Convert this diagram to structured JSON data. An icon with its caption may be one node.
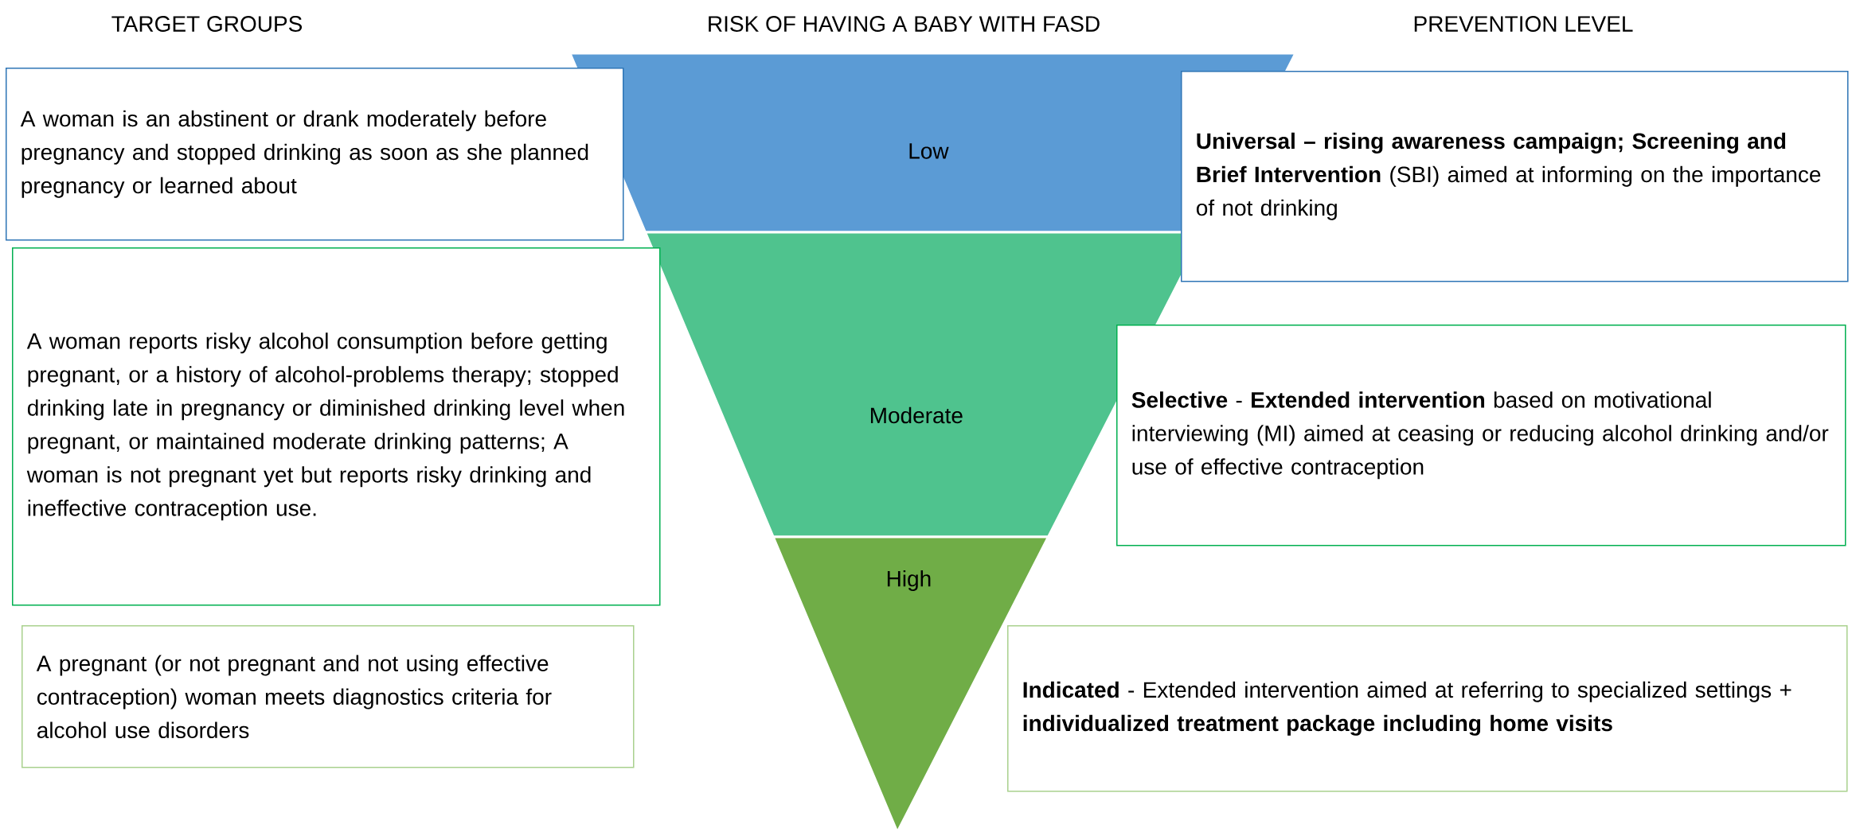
{
  "diagram": {
    "nodes": [
      {
        "text": [
          "A woman is an abstinent or drank moderately before pregnancy and stopped drinking as soon as she planned pregnancy or learned about"
        ]
      },
      {
        "text": [
          "Low"
        ]
      },
      {
        "text": [
          "**Universal – rising awareness campaign; Screening and Brief Intervention** (SBI) aimed at informing on the importance of not drinking"
        ]
      },
      {
        "text": [
          "A woman reports risky alcohol consumption before getting pregnant, or a history of alcohol-problems therapy; stopped drinking late in pregnancy or diminished drinking level when pregnant, or maintained moderate drinking patterns; A woman is not pregnant yet but reports risky drinking and ineffective contraception use."
        ]
      },
      {
        "text": [
          "Moderate"
        ]
      },
      {
        "text": [
          "**Selective** - **Extended intervention** based on motivational interviewing (MI) aimed at ceasing or reducing alcohol  drinking and/or use of effective contraception"
        ]
      },
      {
        "text": [
          "A pregnant (or not pregnant and not using effective contraception) woman meets diagnostics criteria for alcohol use disorders"
        ]
      },
      {
        "text": [
          "High"
        ]
      },
      {
        "text": [
          "**Indicated** - Extended intervention aimed at referring to specialized settings + **individualized treatment package including home visits**"
        ]
      }
    ],
    "labels": [
      "TARGET GROUPS",
      "RISK OF HAVING A BABY WITH FASD",
      "PREVENTION LEVEL"
    ]
  }
}
